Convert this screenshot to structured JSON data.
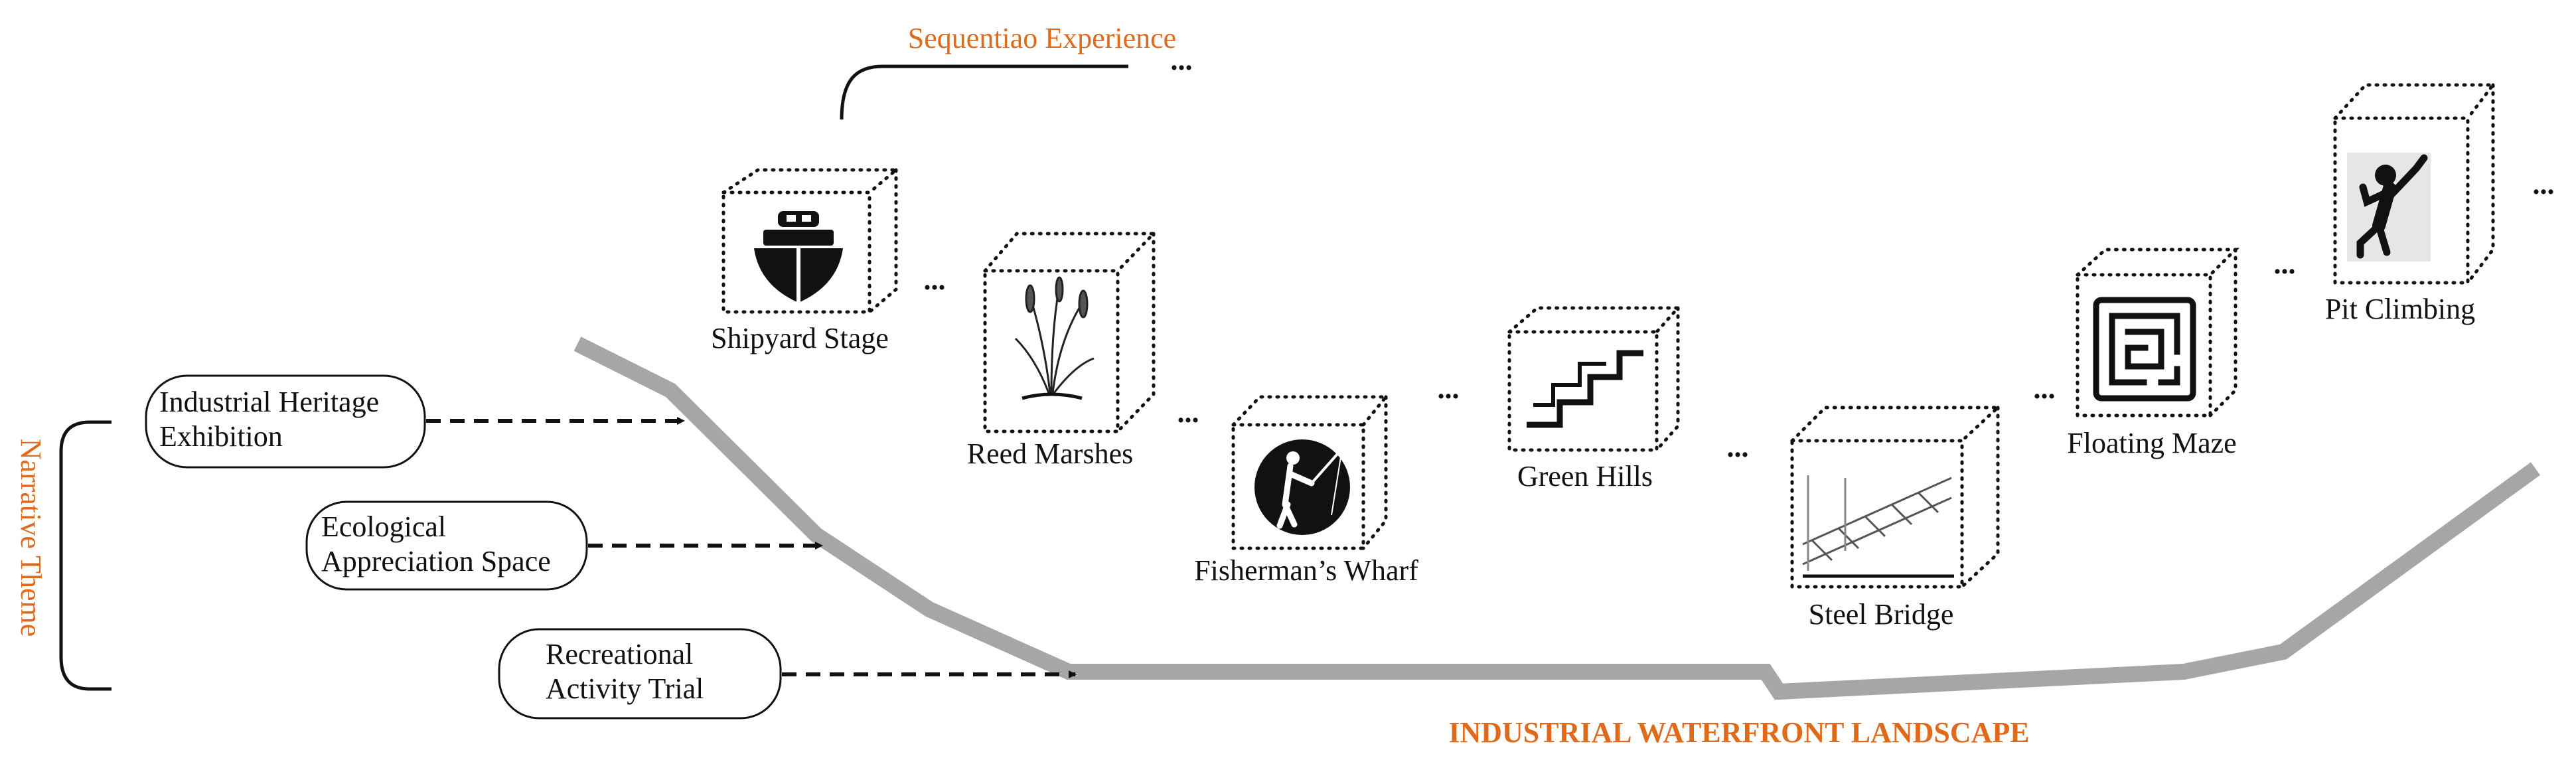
{
  "title": "Sequentiao Experience",
  "ellipsis": "...",
  "narrative_theme": {
    "label": "Narrative Theme",
    "items": [
      {
        "line1": "Industrial Heritage",
        "line2": "Exhibition"
      },
      {
        "line1": "Ecological",
        "line2": "Appreciation Space"
      },
      {
        "line1": "Recreational",
        "line2": "Activity Trial"
      }
    ]
  },
  "landscape_label": "INDUSTRIAL WATERFRONT LANDSCAPE",
  "stages": [
    {
      "label": "Shipyard Stage",
      "icon": "ship-icon"
    },
    {
      "label": "Reed Marshes",
      "icon": "reed-icon"
    },
    {
      "label": "Fisherman’s Wharf",
      "icon": "fisherman-icon"
    },
    {
      "label": "Green Hills",
      "icon": "stairs-icon"
    },
    {
      "label": "Steel Bridge",
      "icon": "bridge-icon"
    },
    {
      "label": "Floating Maze",
      "icon": "maze-icon"
    },
    {
      "label": "Pit Climbing",
      "icon": "climber-icon"
    }
  ],
  "colors": {
    "accent": "#E06A1B",
    "path": "#A6A6A6",
    "ink": "#111111"
  }
}
